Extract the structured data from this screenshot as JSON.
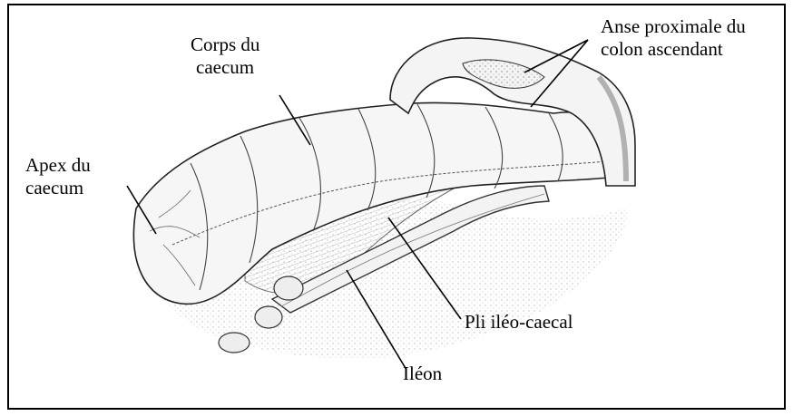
{
  "figure": {
    "labels": {
      "apex": {
        "line1": "Apex du",
        "line2": "caecum"
      },
      "corps": {
        "line1": "Corps du",
        "line2": "caecum"
      },
      "anse": {
        "line1": "Anse proximale du",
        "line2": "colon ascendant"
      },
      "pli": "Pli iléo-caecal",
      "ileon": "Iléon"
    }
  }
}
